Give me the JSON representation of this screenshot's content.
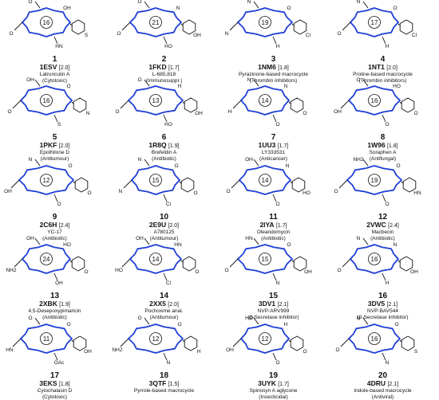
{
  "panels": [
    {
      "num": "1",
      "code": "1ESV",
      "res": "[2.0]",
      "name": "Latrunculin A",
      "activity": "(Cytotoxic)",
      "ring": "16",
      "atoms": [
        "O",
        "O",
        "HN",
        "S",
        "OH"
      ]
    },
    {
      "num": "2",
      "code": "1FKD",
      "res": "[1.7]",
      "name": "L-685,818",
      "activity": "(Immunosuppr.)",
      "ring": "21",
      "atoms": [
        "O",
        "O",
        "HO",
        "OH",
        "N"
      ]
    },
    {
      "num": "3",
      "code": "1NM6",
      "res": "[1.8]",
      "name": "Pyrazinone-based macrocycle",
      "activity": "(Thrombin inhibitors)",
      "ring": "19",
      "atoms": [
        "N",
        "N",
        "H",
        "Cl",
        "O"
      ]
    },
    {
      "num": "4",
      "code": "1NT1",
      "res": "[2.0]",
      "name": "Proline-based macrocycle",
      "activity": "(Thrombin inhibitors)",
      "ring": "17",
      "atoms": [
        "O",
        "N",
        "H",
        "Cl",
        "O"
      ]
    },
    {
      "num": "5",
      "code": "1PKF",
      "res": "[2.0]",
      "name": "Epothilone D",
      "activity": "(Antitumour)",
      "ring": "16",
      "atoms": [
        "O",
        "OH",
        "S",
        "N",
        "O"
      ]
    },
    {
      "num": "6",
      "code": "1R8Q",
      "res": "[1.9]",
      "name": "Brefeldin A",
      "activity": "(Antibiotic)",
      "ring": "13",
      "atoms": [
        "O",
        "O",
        "HO",
        "OH",
        "H"
      ]
    },
    {
      "num": "7",
      "code": "1UU3",
      "res": "[1.7]",
      "name": "LY333531",
      "activity": "(Anticancer)",
      "ring": "14",
      "atoms": [
        "H",
        "N",
        "O",
        "O",
        "N"
      ]
    },
    {
      "num": "8",
      "code": "1W96",
      "res": "[1.8]",
      "name": "Soraphen A",
      "activity": "(Antifungal)",
      "ring": "16",
      "atoms": [
        "OH",
        "O",
        "O",
        "O",
        "HO"
      ]
    },
    {
      "num": "9",
      "code": "2C6H",
      "res": "[2.4]",
      "name": "YC-17",
      "activity": "(Antibiotic)",
      "ring": "12",
      "atoms": [
        "OH",
        "N",
        "O",
        "O",
        "O"
      ]
    },
    {
      "num": "10",
      "code": "2E9U",
      "res": "[2.0]",
      "name": "A780125",
      "activity": "(Antitumour)",
      "ring": "15",
      "atoms": [
        "N",
        "N",
        "Cl",
        "O",
        "O"
      ]
    },
    {
      "num": "11",
      "code": "2IYA",
      "res": "[1.7]",
      "name": "Oleandomycin",
      "activity": "(Antibiotic)",
      "ring": "14",
      "atoms": [
        "O",
        "OH",
        "O",
        "HO",
        "N"
      ]
    },
    {
      "num": "12",
      "code": "2VWC",
      "res": "[2.4]",
      "name": "Macbecin",
      "activity": "(Antibiotic)",
      "ring": "19",
      "atoms": [
        "O",
        "NH2",
        "O",
        "HN",
        "O"
      ]
    },
    {
      "num": "13",
      "code": "2XBK",
      "res": "[1.9]",
      "name": "4,5-Desepoxypimaricin",
      "activity": "(Antibiotic)",
      "ring": "24",
      "atoms": [
        "NH2",
        "OH",
        "OH",
        "O",
        "HO"
      ]
    },
    {
      "num": "14",
      "code": "2XX5",
      "res": "[2.0]",
      "name": "Pochoxime anal.",
      "activity": "(Antitumour)",
      "ring": "14",
      "atoms": [
        "HO",
        "OH",
        "Cl",
        "O",
        "HN"
      ]
    },
    {
      "num": "15",
      "code": "3DV1",
      "res": "[2.1]",
      "name": "NVP-ARV999",
      "activity": "(β-Secretase inhibitor)",
      "ring": "15",
      "atoms": [
        "O",
        "HN",
        "N",
        "OH",
        "O"
      ]
    },
    {
      "num": "16",
      "code": "3DV5",
      "res": "[2.1]",
      "name": "NVP-BAV544",
      "activity": "(β-Secretase inhibitor)",
      "ring": "16",
      "atoms": [
        "O",
        "N",
        "H",
        "OH",
        "N"
      ]
    },
    {
      "num": "17",
      "code": "3EKS",
      "res": "[1.8]",
      "name": "Cytochalasin D",
      "activity": "(Cytotoxic)",
      "ring": "11",
      "atoms": [
        "HN",
        "O",
        "OAc",
        "OH",
        "O"
      ]
    },
    {
      "num": "18",
      "code": "3QTF",
      "res": "[1.5]",
      "name": "Pyrrole-based macrocycle",
      "activity": "",
      "ring": "12",
      "atoms": [
        "NH2",
        "O",
        "N",
        "H",
        "O"
      ]
    },
    {
      "num": "19",
      "code": "3UYK",
      "res": "[1.7]",
      "name": "Spinosyn A aglycone",
      "activity": "(Insecticidal)",
      "ring": "12",
      "atoms": [
        "OH",
        "HO",
        "O",
        "O",
        "H"
      ]
    },
    {
      "num": "20",
      "code": "4DRU",
      "res": "[2.1]",
      "name": "Indole-based macrocycle",
      "activity": "(Antiviral)",
      "ring": "16",
      "atoms": [
        "O",
        "N",
        "N",
        "S",
        "O"
      ]
    }
  ],
  "colors": {
    "ring": "#1f3fd6",
    "bond": "#111111"
  }
}
